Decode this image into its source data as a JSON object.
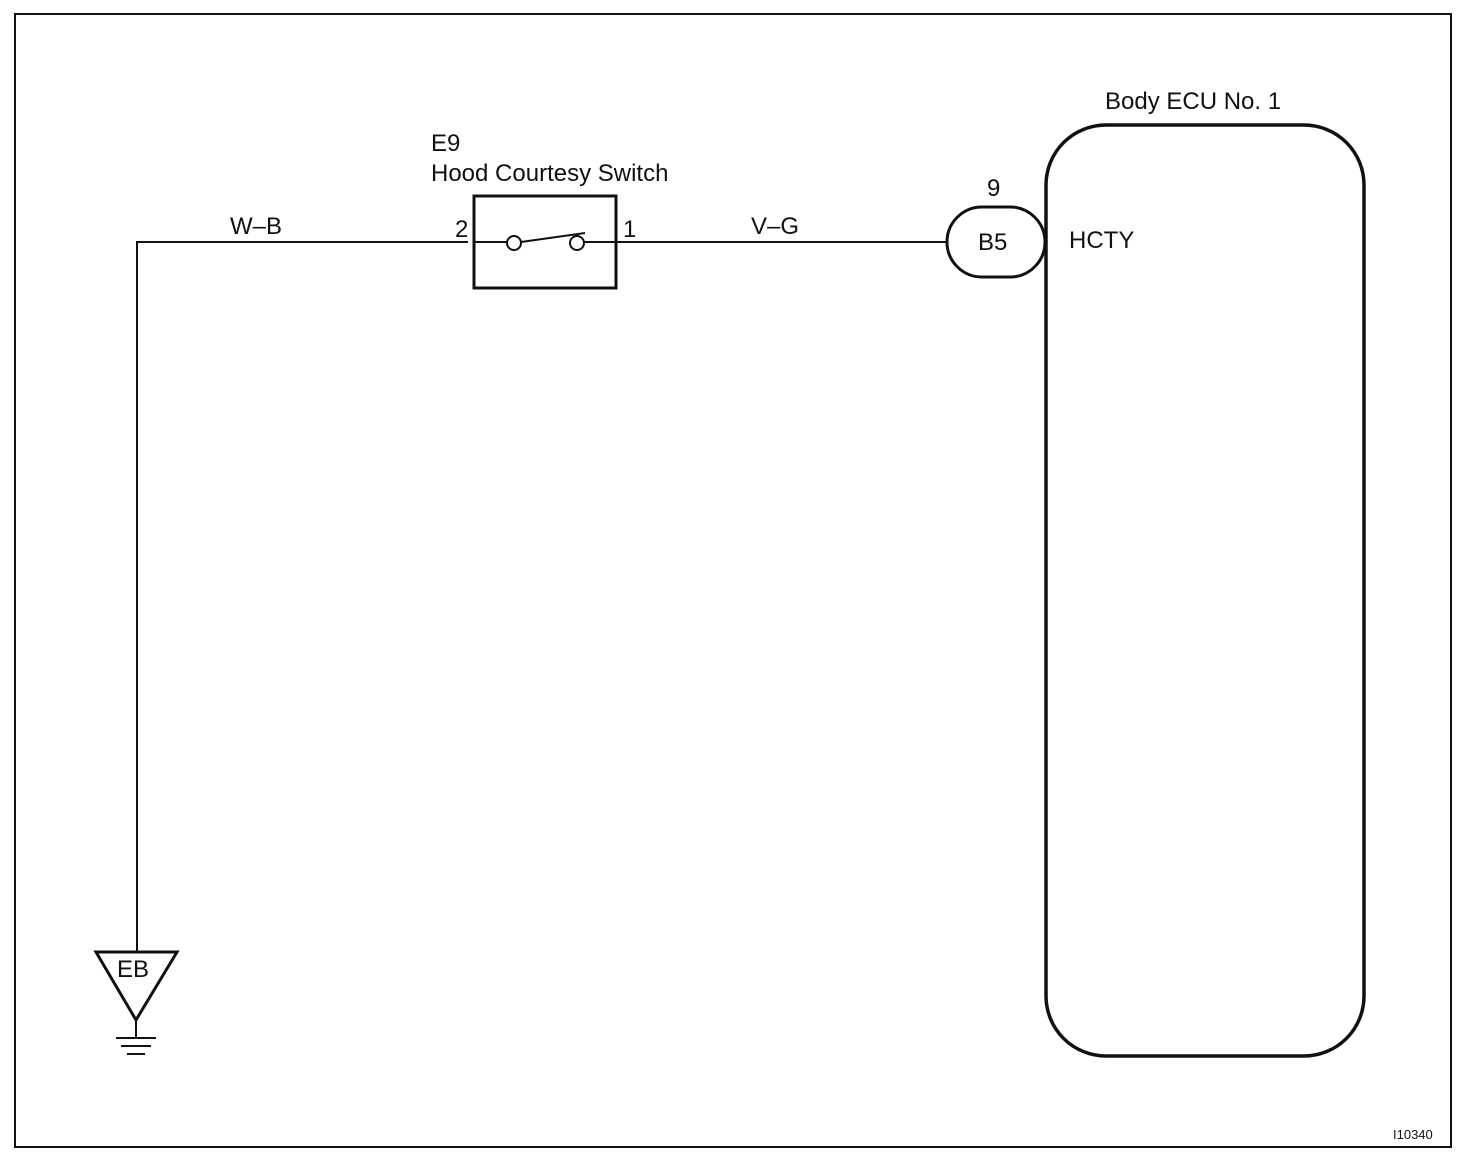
{
  "switch": {
    "connector_code": "E9",
    "name": "Hood Courtesy Switch",
    "pin_left": "2",
    "pin_right": "1"
  },
  "wires": {
    "ground_side": "W–B",
    "ecu_side": "V–G"
  },
  "ecu": {
    "title": "Body ECU No. 1",
    "terminal_pin": "9",
    "connector_code": "B5",
    "terminal_name": "HCTY"
  },
  "ground": {
    "label": "EB"
  },
  "figure_id": "I10340"
}
